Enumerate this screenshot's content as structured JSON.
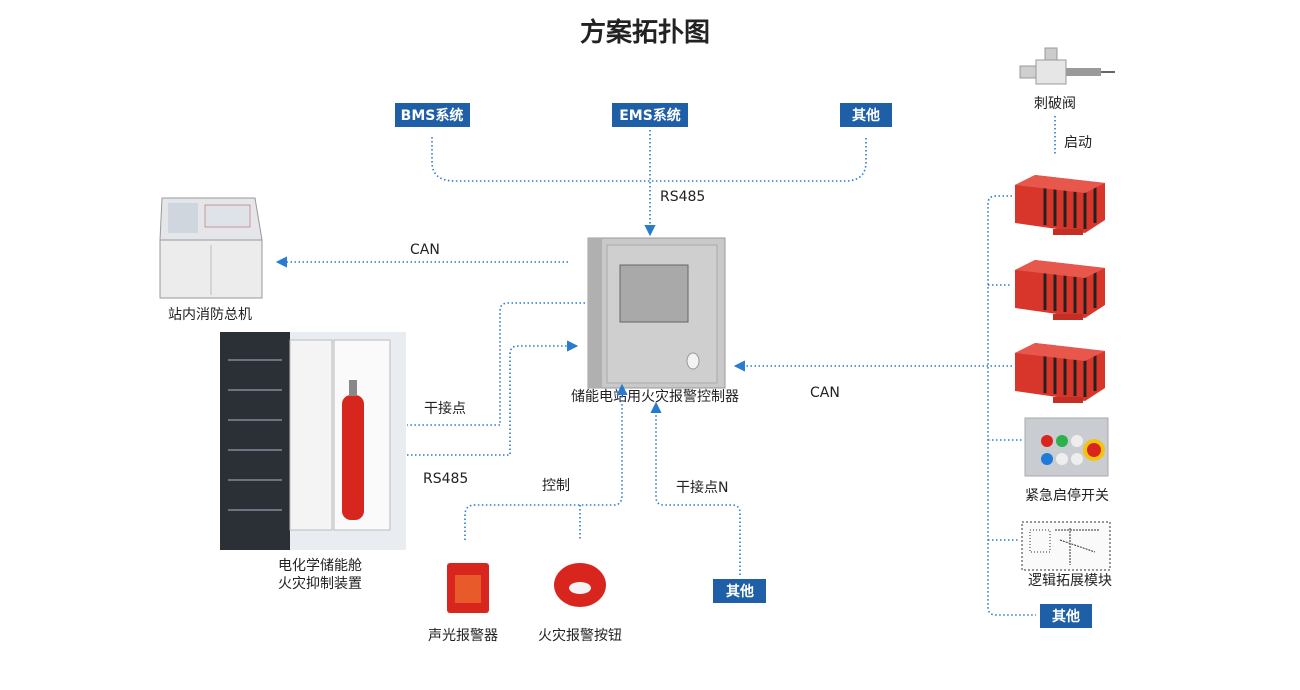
{
  "title": "方案拓扑图",
  "colors": {
    "line": "#2a7bd0",
    "box": "#1f5fa8",
    "module_red": "#d9362b"
  },
  "top_systems": [
    "BMS系统",
    "EMS系统",
    "其他"
  ],
  "links": {
    "rs485_top": "RS485",
    "can_left": "CAN",
    "can_right": "CAN",
    "dry_contact": "干接点",
    "rs485_left": "RS485",
    "control": "控制",
    "dry_contact_n": "干接点N",
    "start": "启动"
  },
  "devices": {
    "controller": "储能电站用火灾报警控制器",
    "station_host": "站内消防总机",
    "suppression_line1": "电化学储能舱",
    "suppression_line2": "火灾抑制装置",
    "sound_light_alarm": "声光报警器",
    "fire_alarm_button": "火灾报警按钮",
    "bottom_other": "其他",
    "puncture_valve": "刺破阀",
    "emergency_switch": "紧急启停开关",
    "logic_module": "逻辑拓展模块",
    "right_other": "其他"
  }
}
